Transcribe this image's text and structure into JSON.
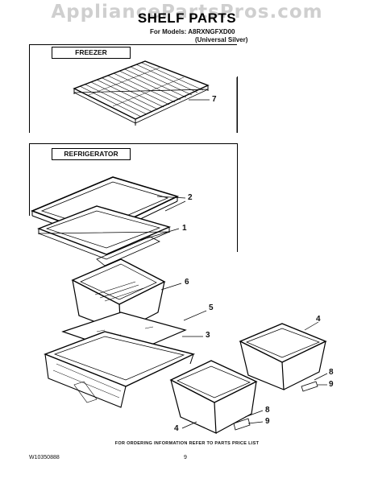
{
  "watermark": "AppliancePartsPros.com",
  "header": {
    "title": "SHELF PARTS",
    "models_line": "For Models: A8RXNGFXD00",
    "color_line": "(Universal Silver)"
  },
  "sections": {
    "freezer_label": "FREEZER",
    "refrigerator_label": "REFRIGERATOR"
  },
  "callouts": {
    "c7": "7",
    "c2": "2",
    "c1": "1",
    "c6": "6",
    "c5": "5",
    "c3": "3",
    "c4a": "4",
    "c8a": "8",
    "c9a": "9",
    "c4b": "4",
    "c8b": "8",
    "c9b": "9"
  },
  "footer": {
    "note": "FOR ORDERING INFORMATION REFER TO PARTS PRICE LIST",
    "doc_number": "W10350888",
    "page_number": "9"
  }
}
